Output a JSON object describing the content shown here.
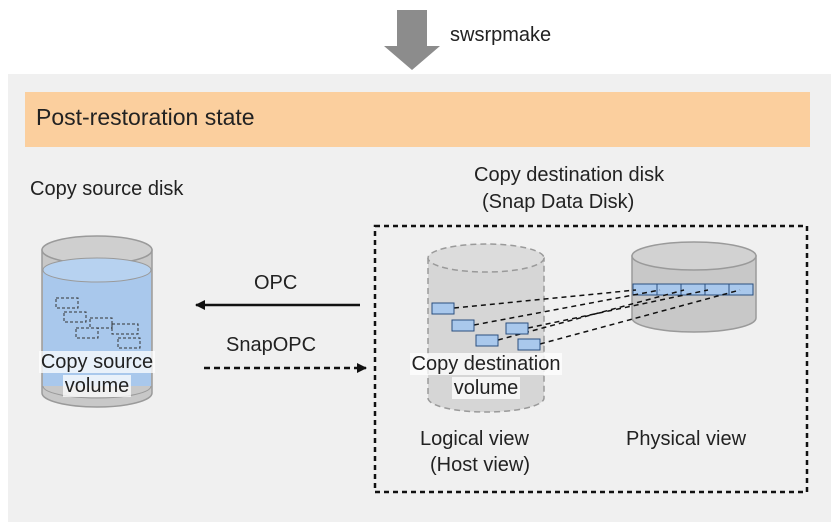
{
  "top_command": "swsrpmake",
  "banner_title": "Post-restoration state",
  "source_disk_label": "Copy source disk",
  "dest_disk_label_line1": "Copy destination disk",
  "dest_disk_label_line2": "(Snap Data Disk)",
  "source_volume_line1": "Copy source",
  "source_volume_line2": "volume",
  "dest_volume_line1": "Copy destination",
  "dest_volume_line2": "volume",
  "arrow_opc": "OPC",
  "arrow_snapopc": "SnapOPC",
  "logical_view_line1": "Logical view",
  "logical_view_line2": "(Host view)",
  "physical_view": "Physical view",
  "colors": {
    "panel": "#f0f0f0",
    "banner": "#fbcf9e",
    "volume_fill": "#a9c8ec",
    "disk_gray": "#c8c8c8",
    "arrow_gray": "#8c8c8c"
  }
}
